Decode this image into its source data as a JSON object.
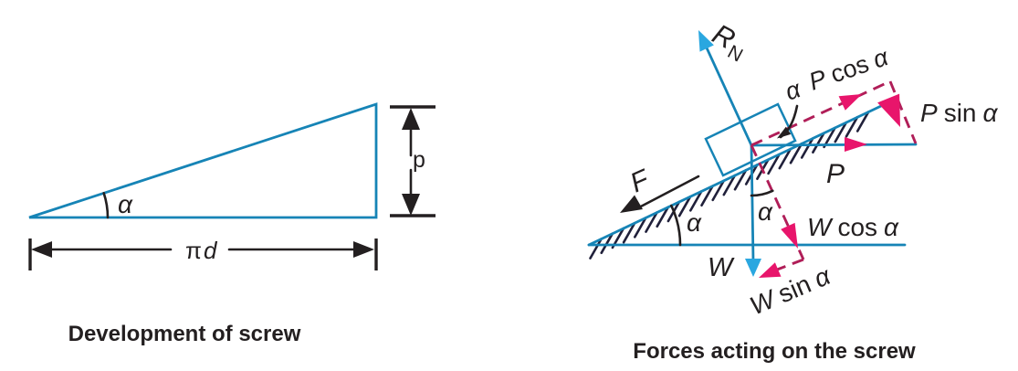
{
  "figure": {
    "colors": {
      "line_blue": "#1684b6",
      "arrowhead_blue": "#2aa7e0",
      "arrowhead_magenta": "#e8156b",
      "dashed_magenta": "#b01e58",
      "ink_black": "#231f20"
    },
    "left_diagram": {
      "caption": "Development of screw",
      "incline_angle_label": "α",
      "pitch_label": "p",
      "base_label_pi": "π",
      "base_label_d": "d"
    },
    "right_diagram": {
      "caption": "Forces acting on the screw",
      "normal_reaction_label": {
        "symbol": "R",
        "subscript": "N"
      },
      "friction_label": "F",
      "weight_label": "W",
      "effort_label": "P",
      "incline_angle_label": "α",
      "weight_angle_label": "α",
      "effort_angle_label": "α",
      "p_cos_label": {
        "variable": "P",
        "function": "cos",
        "angle": "α"
      },
      "p_sin_label": {
        "variable": "P",
        "function": "sin",
        "angle": "α"
      },
      "w_cos_label": {
        "variable": "W",
        "function": "cos",
        "angle": "α"
      },
      "w_sin_label": {
        "variable": "W",
        "function": "sin",
        "angle": "α"
      }
    }
  }
}
